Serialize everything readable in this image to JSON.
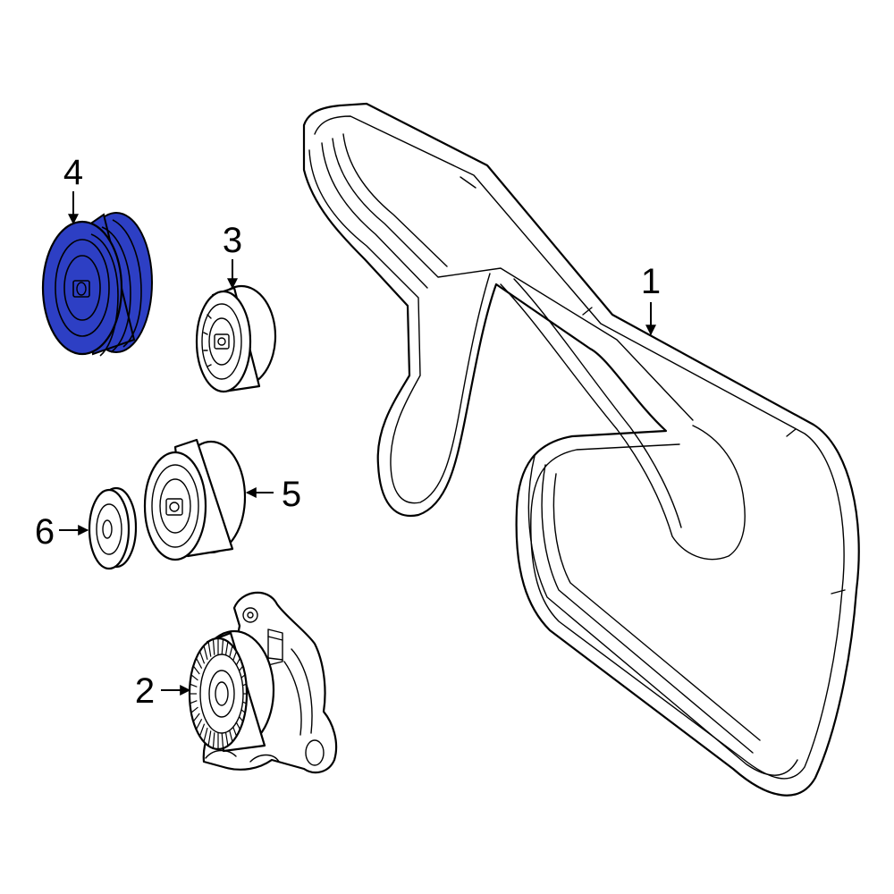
{
  "colors": {
    "highlight": "#2d3fc4",
    "line": "#000000",
    "background": "#ffffff"
  },
  "highlighted_part": "4",
  "callouts": {
    "belt": "1",
    "tensioner": "2",
    "idler_top": "3",
    "pulley_highlight": "4",
    "idler_middle": "5",
    "washer": "6"
  }
}
